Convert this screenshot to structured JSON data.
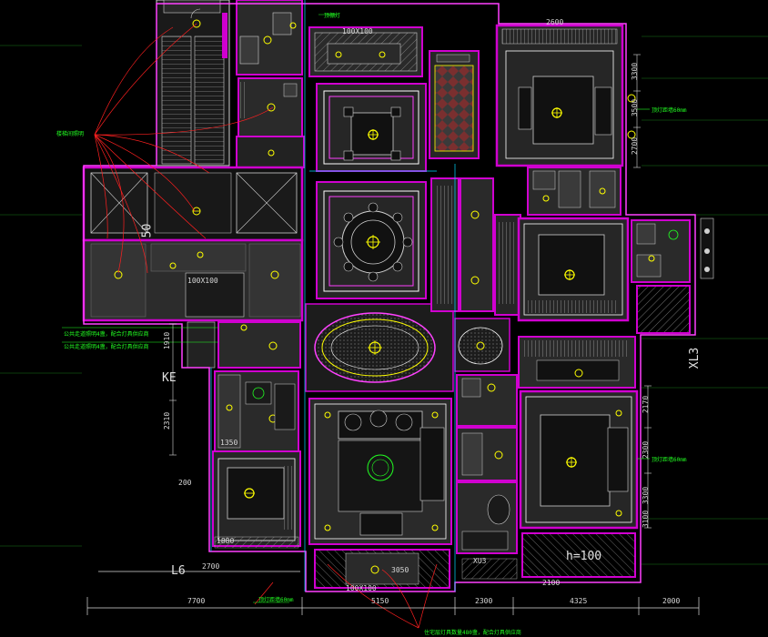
{
  "colors": {
    "background": "#000000",
    "wall": "#d000d0",
    "wall_inner": "#ff40ff",
    "room_fill": "#2a2a2a",
    "annotation": "#22ff22",
    "leader": "#ff2020",
    "fixture": "#ffff00",
    "dimension": "#d8d8d8",
    "cyan_line": "#00d8ff",
    "hatch": "#ffffff"
  },
  "bottom_dimensions": [
    "7700",
    "5150",
    "2300",
    "4325",
    "2000"
  ],
  "left_dimensions": [
    "1910",
    "2310",
    "200"
  ],
  "right_dimensions": [
    "3300",
    "3500",
    "2700",
    "2170",
    "2300",
    "3300",
    "3100"
  ],
  "labels": {
    "l6": "L6",
    "ke": "KE",
    "xl3": "XL3",
    "num50": "50",
    "h100": "h=100",
    "dim_100x100_top": "100X100",
    "dim_100x100_mid": "100X100",
    "dim_100x100_bot": "100X100",
    "dim_2600": "2600",
    "dim_1350": "1350",
    "dim_1880": "1880",
    "dim_2700": "2700",
    "dim_3050": "3050",
    "dim_2100": "2100",
    "xu3": "XU3"
  },
  "annotations": {
    "stair": "楼梯间照明",
    "ann_a": "公共走道照明4盏，配合灯具供应商",
    "ann_b": "公共走道照明4盏，配合灯具供应商",
    "ann_bottom": "住宅层灯具数量480盏，配合灯具供应商",
    "ann_right1": "顶灯距墙60mm",
    "ann_right2": "顶灯距墙60mm",
    "ann_left_bot": "顶灯距墙60mm",
    "ann_top": "顶棚灯"
  }
}
